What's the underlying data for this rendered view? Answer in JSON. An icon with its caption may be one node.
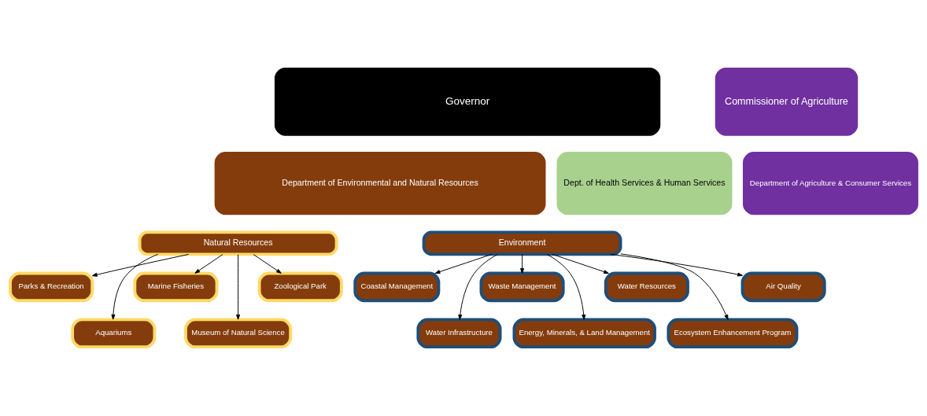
{
  "diagram": {
    "nodes": [
      {
        "text": [
          "Governor"
        ]
      },
      {
        "text": [
          "Commissioner of Agriculture"
        ]
      },
      {
        "text": [
          "Department of Environmental and Natural Resources"
        ]
      },
      {
        "text": [
          "Dept. of Health Services & Human Services"
        ]
      },
      {
        "text": [
          "Department of Agriculture & Consumer Services"
        ]
      },
      {
        "text": [
          "Natural Resources"
        ]
      },
      {
        "text": [
          "Environment"
        ]
      },
      {
        "text": [
          "Parks & Recreation"
        ]
      },
      {
        "text": [
          "Aquariums"
        ]
      },
      {
        "text": [
          "Marine Fisheries"
        ]
      },
      {
        "text": [
          "Museum of Natural Science"
        ]
      },
      {
        "text": [
          "Zoological Park"
        ]
      },
      {
        "text": [
          "Coastal Management"
        ]
      },
      {
        "text": [
          "Water Infrastructure"
        ]
      },
      {
        "text": [
          "Waste Management"
        ]
      },
      {
        "text": [
          "Energy, Minerals, & Land Management"
        ]
      },
      {
        "text": [
          "Water Resources"
        ]
      },
      {
        "text": [
          "Ecosystem Enhancement Program"
        ]
      },
      {
        "text": [
          "Air Quality"
        ]
      }
    ],
    "edges": [
      {
        "from": 5,
        "to": 7,
        "arrow": "to"
      },
      {
        "from": 5,
        "to": 8,
        "arrow": "to"
      },
      {
        "from": 5,
        "to": 9,
        "arrow": "to"
      },
      {
        "from": 5,
        "to": 10,
        "arrow": "to"
      },
      {
        "from": 5,
        "to": 11,
        "arrow": "to"
      },
      {
        "from": 6,
        "to": 12,
        "arrow": "to"
      },
      {
        "from": 6,
        "to": 13,
        "arrow": "to"
      },
      {
        "from": 6,
        "to": 14,
        "arrow": "to"
      },
      {
        "from": 6,
        "to": 15,
        "arrow": "to"
      },
      {
        "from": 6,
        "to": 16,
        "arrow": "to"
      },
      {
        "from": 6,
        "to": 17,
        "arrow": "to"
      },
      {
        "from": 6,
        "to": 18,
        "arrow": "to"
      }
    ]
  }
}
